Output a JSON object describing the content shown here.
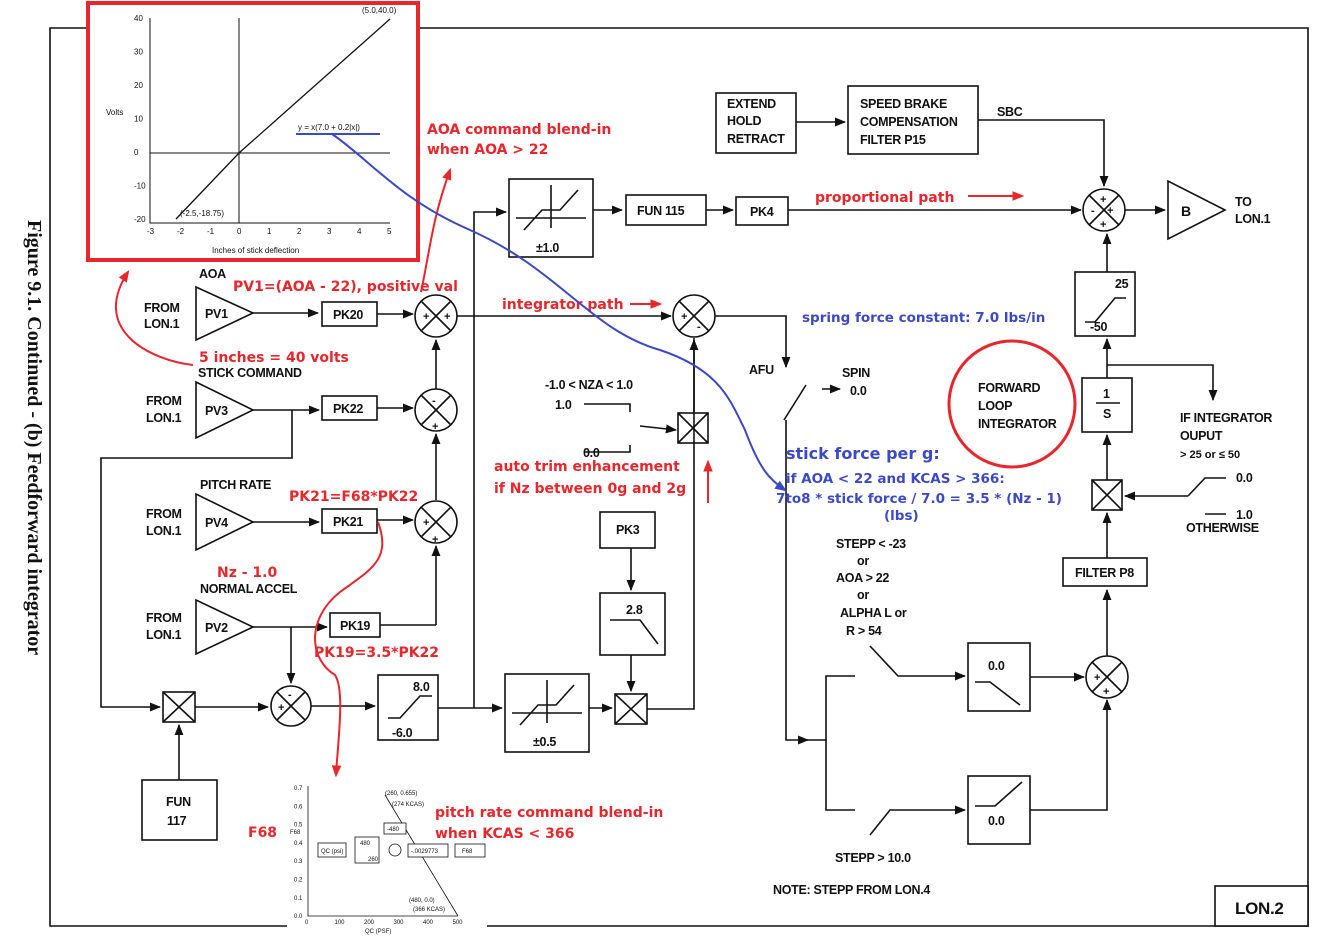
{
  "figure_caption": "Figure 9.1.  Continued  -  (b) Feedforward integrator",
  "page_label": "LON.2",
  "inputs": {
    "aoa": {
      "header": "AOA",
      "from": [
        "FROM",
        "LON.1"
      ],
      "gain": "PV1"
    },
    "stick": {
      "header": "STICK COMMAND",
      "from": [
        "FROM",
        "LON.1"
      ],
      "gain": "PV3"
    },
    "pitch_rate": {
      "header": "PITCH RATE",
      "from": [
        "FROM",
        "LON.1"
      ],
      "gain": "PV4"
    },
    "normal_accel": {
      "header": "NORMAL ACCEL",
      "from": [
        "FROM",
        "LON.1"
      ],
      "gain": "PV2"
    }
  },
  "blocks": {
    "pk20": "PK20",
    "pk22": "PK22",
    "pk21": "PK21",
    "pk19": "PK19",
    "fun115": "FUN 115",
    "pk4": "PK4",
    "pk3": "PK3",
    "fun117": [
      "FUN",
      "117"
    ],
    "limiter_top": "±1.0",
    "limiter_bottom": "±0.5",
    "sat_top": "8.0",
    "sat_bottom": "-6.0",
    "pk3_sat": "2.8",
    "extend": [
      "EXTEND",
      "HOLD",
      "RETRACT"
    ],
    "speedbrake": [
      "SPEED BRAKE",
      "COMPENSATION",
      "FILTER P15"
    ],
    "sbc": "SBC",
    "b": "B",
    "to": [
      "TO",
      "LON.1"
    ],
    "lim_25": "25",
    "lim_m50": "-50",
    "integrator_num": "1",
    "integrator_den": "S",
    "filter_p8": "FILTER P8",
    "sched_top": "0.0",
    "sched_bottom": "0.0"
  },
  "labels": {
    "nza": "-1.0 < NZA < 1.0",
    "nza_hi": "1.0",
    "nza_lo": "0.0",
    "afu": "AFU",
    "spin": "SPIN",
    "spin_val": "0.0",
    "forward_loop": [
      "FORWARD",
      "LOOP",
      "INTEGRATOR"
    ],
    "if_integrator": [
      "IF INTEGRATOR",
      "OUPUT",
      "> 25 or ≤ 50"
    ],
    "otherwise_val_top": "0.0",
    "otherwise_val": "1.0",
    "otherwise": "OTHERWISE",
    "stepp_conditions": [
      "STEPP < -23",
      "or",
      "AOA > 22",
      "or",
      "ALPHA L or",
      "R > 54"
    ],
    "stepp_gt": "STEPP > 10.0",
    "note": "NOTE:  STEPP FROM LON.4"
  },
  "annotations": {
    "aoa_blend": [
      "AOA command blend-in",
      "when AOA > 22"
    ],
    "pv1": "PV1=(AOA - 22), positive val",
    "five_inches": "5 inches = 40 volts",
    "integrator_path": "integrator path",
    "proportional_path": "proportional path",
    "pk21_eq": "PK21=F68*PK22",
    "nz": "Nz - 1.0",
    "pk19_eq": "PK19=3.5*PK22",
    "auto_trim": [
      "auto trim enhancement",
      "if Nz between 0g and 2g"
    ],
    "pitch_rate_blend": [
      "pitch rate command blend-in",
      "when KCAS < 366"
    ],
    "f68": "F68",
    "spring": "spring force constant: 7.0 lbs/in",
    "stick_force_title": "stick force per g:",
    "stick_force": [
      "if AOA < 22 and KCAS > 366:",
      "7to8 * stick force / 7.0 = 3.5 * (Nz - 1)",
      "(lbs)"
    ]
  },
  "inset_stick": {
    "ylabel": "Volts",
    "xlabel": "Inches of stick deflection",
    "equation": "y = x(7.0 + 0.2|x|)",
    "pt_top": "(5.0,40.0)",
    "pt_bottom": "(-2.5,-18.75)",
    "xticks": [
      "-3",
      "-2",
      "-1",
      "0",
      "1",
      "2",
      "3",
      "4",
      "5"
    ],
    "yticks": [
      "40",
      "30",
      "20",
      "10",
      "0",
      "-10",
      "-20"
    ]
  },
  "inset_f68": {
    "ylabel": "F68",
    "xlabel": "QC (PSF)",
    "pt_top": [
      "(260, 0.655)",
      "(274 KCAS)"
    ],
    "pt_bottom": [
      "(480, 0.0)",
      "(366 KCAS)"
    ],
    "blocks": [
      "QC (psi)",
      "480",
      "260",
      "-480",
      "-.0029773",
      "F68"
    ],
    "yticks": [
      "0.7",
      "0.6",
      "0.5",
      "0.4",
      "0.3",
      "0.2",
      "0.1",
      "0.0"
    ],
    "xticks": [
      "0",
      "100",
      "200",
      "300",
      "400",
      "500"
    ]
  }
}
